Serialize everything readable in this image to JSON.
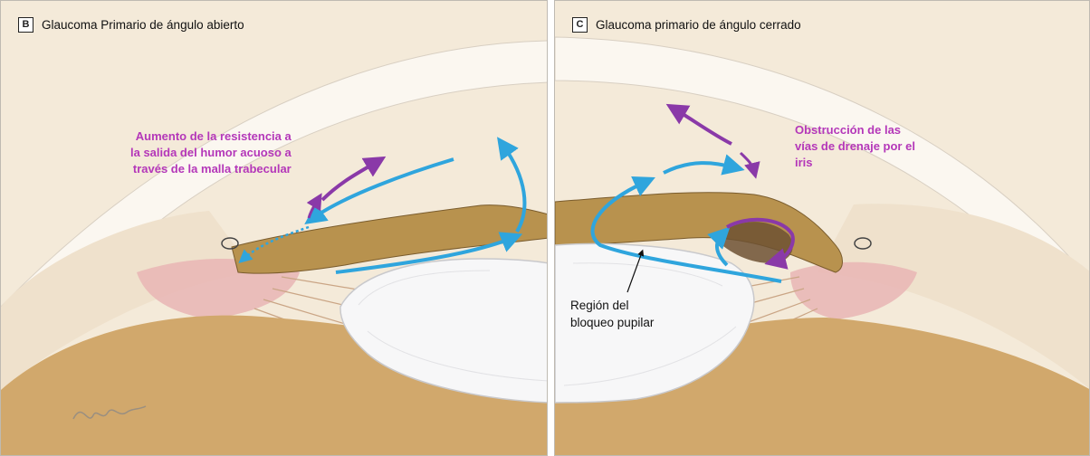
{
  "panel_b": {
    "letter": "B",
    "title": "Glaucoma Primario de ángulo abierto",
    "annotation": [
      "Aumento de la resistencia a",
      "la salida del humor acuoso a",
      "través de la malla trabecular"
    ],
    "signature": "Burke"
  },
  "panel_c": {
    "letter": "C",
    "title": "Glaucoma primario de ángulo cerrado",
    "annotation": [
      "Obstrucción de las",
      "vías de drenaje por el",
      "iris"
    ],
    "label_pupil": [
      "Región del",
      "bloqueo pupilar"
    ]
  },
  "colors": {
    "background": "#f4ead9",
    "annotation_text": "#b437b9",
    "arrow_blue": "#2fa5dd",
    "arrow_purple": "#8a39a8",
    "lens": "#f7f7f8",
    "iris": "#b8924e",
    "ciliary_body": "#e9b8b6"
  }
}
